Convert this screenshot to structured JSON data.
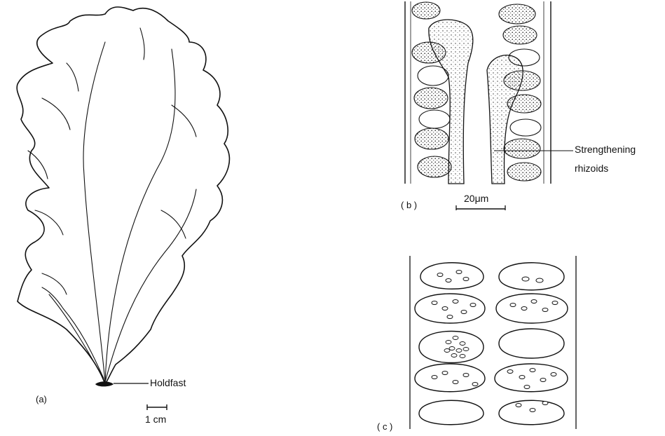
{
  "figure": {
    "panel_a": {
      "letter": "(a)",
      "holdfast_label": "Holdfast",
      "scale_label": "1 cm"
    },
    "panel_b": {
      "letter": "( b )",
      "callout_line1": "Strengthening",
      "callout_line2": "rhizoids",
      "scale_label": "20μm"
    },
    "panel_c": {
      "letter": "( c )"
    }
  }
}
